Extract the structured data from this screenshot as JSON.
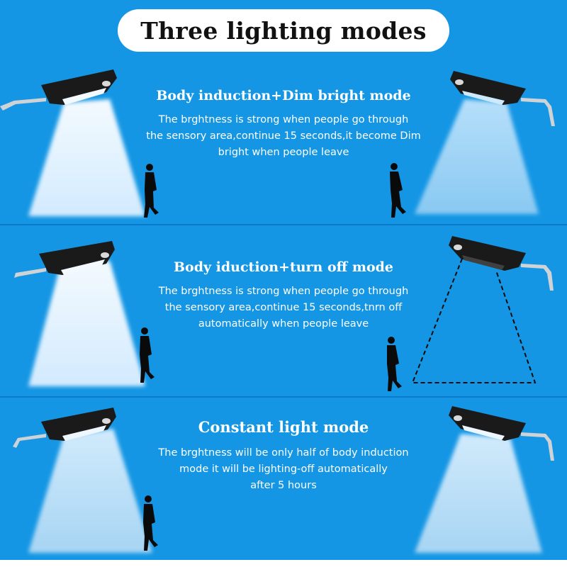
{
  "header": {
    "title": "Three lighting modes"
  },
  "modes": [
    {
      "title": "Body  induction+Dim bright mode",
      "lines": [
        "The brghtness is strong when people go through",
        "the sensory area,continue 15 seconds,it become Dim",
        "bright when people leave"
      ]
    },
    {
      "title": "Body iduction+turn off mode",
      "lines": [
        "The brghtness is strong when people go through",
        "the sensory area,continue 15 seconds,tnrn off",
        "automatically when people leave"
      ]
    },
    {
      "title": "Constant light mode",
      "lines": [
        "The brghtness will be only half of  body induction",
        "mode it will be lighting-off automatically",
        "after 5 hours"
      ]
    }
  ],
  "colors": {
    "background": "#1496e4",
    "title_pill": "#ffffff",
    "lamp_body": "#1a1a1a",
    "bright_beam": "#eef6ff",
    "dim_beam": "#9fd3f5",
    "person": "#0a0a0a"
  }
}
